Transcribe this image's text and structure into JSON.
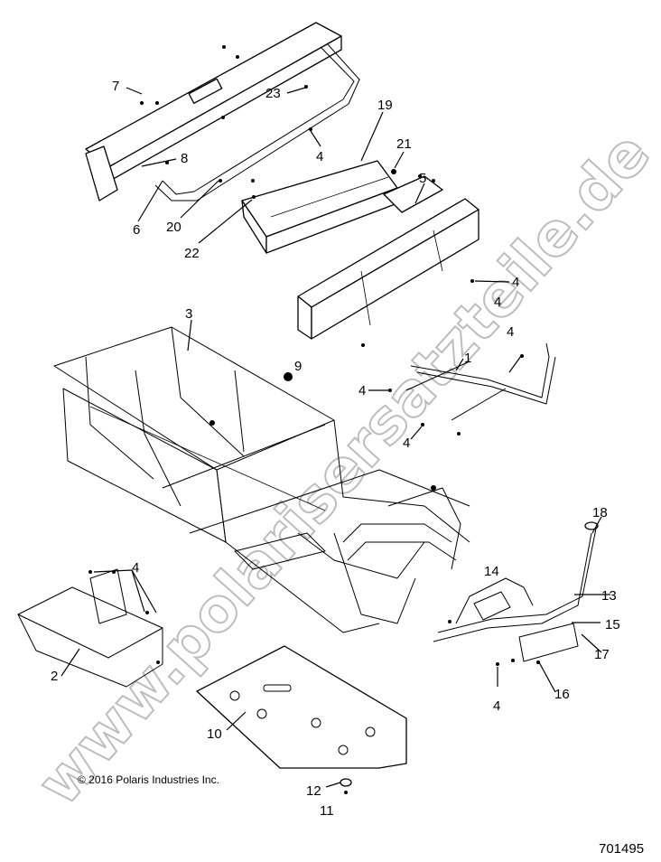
{
  "diagram": {
    "callouts": [
      {
        "id": "c7",
        "text": "7"
      },
      {
        "id": "c23",
        "text": "23"
      },
      {
        "id": "c8",
        "text": "8"
      },
      {
        "id": "c4a",
        "text": "4"
      },
      {
        "id": "c19",
        "text": "19"
      },
      {
        "id": "c21",
        "text": "21"
      },
      {
        "id": "c6",
        "text": "6"
      },
      {
        "id": "c20",
        "text": "20"
      },
      {
        "id": "c22",
        "text": "22"
      },
      {
        "id": "c5",
        "text": "5"
      },
      {
        "id": "c4b",
        "text": "4"
      },
      {
        "id": "c4c",
        "text": "4"
      },
      {
        "id": "c3",
        "text": "3"
      },
      {
        "id": "c9",
        "text": "9"
      },
      {
        "id": "c4d",
        "text": "4"
      },
      {
        "id": "c1",
        "text": "1"
      },
      {
        "id": "c4e",
        "text": "4"
      },
      {
        "id": "c4f",
        "text": "4"
      },
      {
        "id": "c18",
        "text": "18"
      },
      {
        "id": "c4g",
        "text": "4"
      },
      {
        "id": "c14",
        "text": "14"
      },
      {
        "id": "c13",
        "text": "13"
      },
      {
        "id": "c15",
        "text": "15"
      },
      {
        "id": "c17",
        "text": "17"
      },
      {
        "id": "c2",
        "text": "2"
      },
      {
        "id": "c16",
        "text": "16"
      },
      {
        "id": "c4h",
        "text": "4"
      },
      {
        "id": "c10",
        "text": "10"
      },
      {
        "id": "c12",
        "text": "12"
      },
      {
        "id": "c11",
        "text": "11"
      }
    ],
    "copyright": "© 2016 Polaris Industries Inc.",
    "figure_number": "701495",
    "watermark": "www.polarisersatzteile.de"
  }
}
